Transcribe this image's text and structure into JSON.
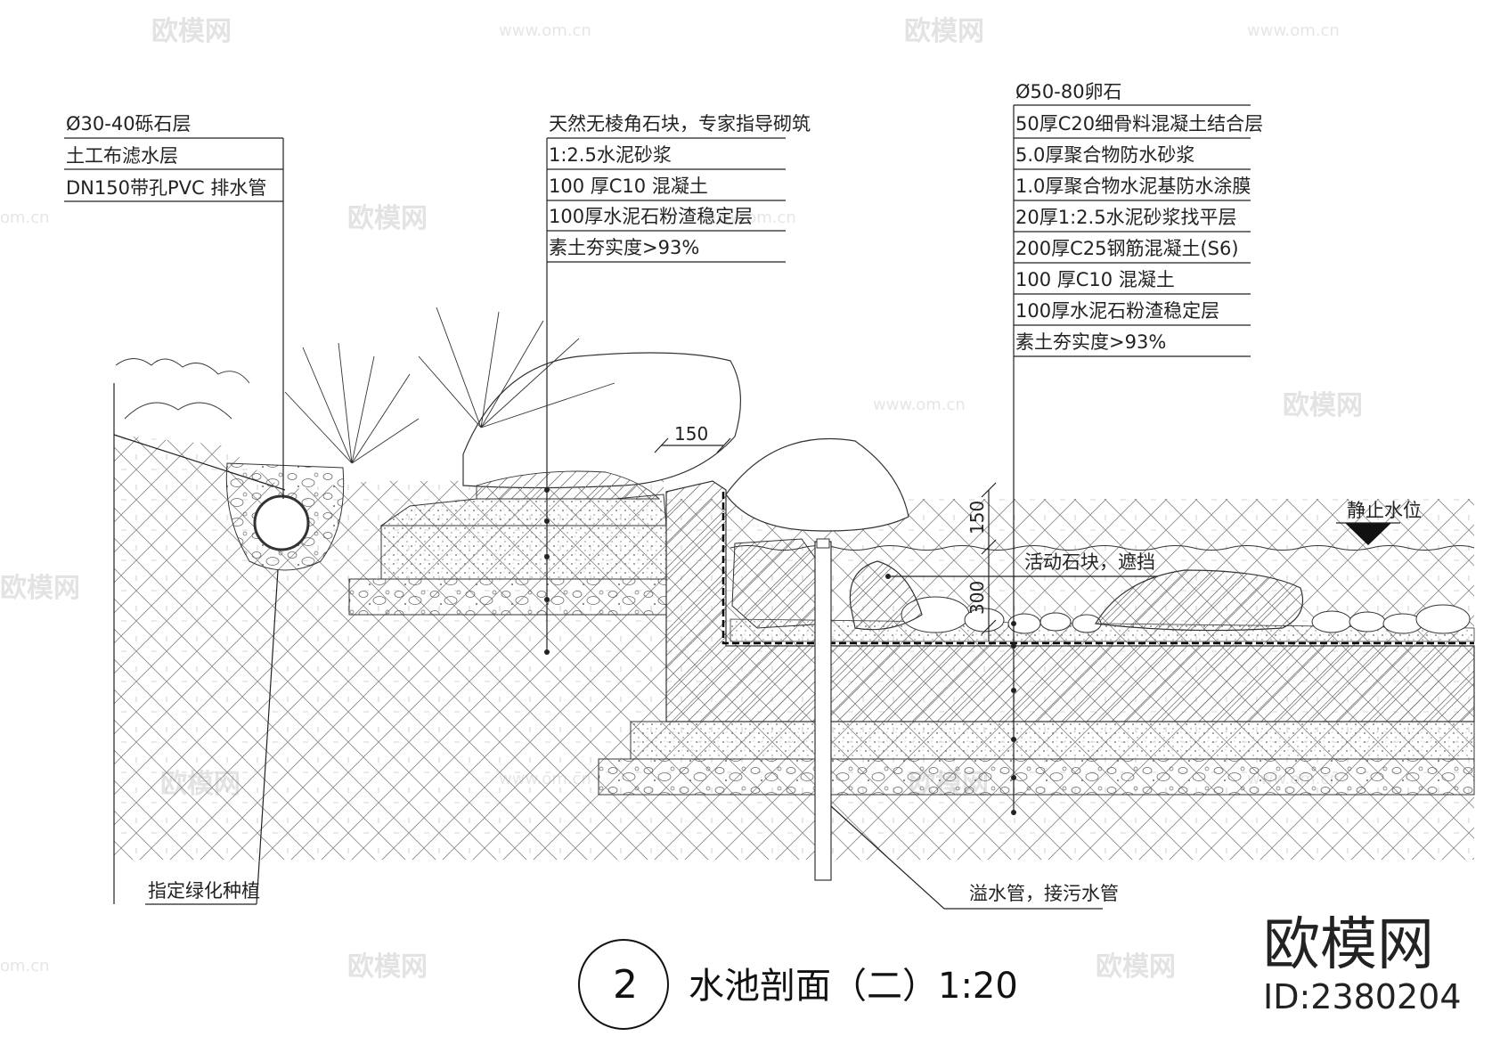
{
  "labels_left": [
    "Ø30-40砾石层",
    "土工布滤水层",
    "DN150带孔PVC 排水管"
  ],
  "labels_mid": [
    "天然无棱角石块，专家指导砌筑",
    "1:2.5水泥砂浆",
    "100 厚C10 混凝土",
    "100厚水泥石粉渣稳定层",
    "素土夯实度>93%"
  ],
  "labels_right": [
    "Ø50-80卵石",
    "50厚C20细骨料混凝土结合层",
    "5.0厚聚合物防水砂浆",
    "1.0厚聚合物水泥基防水涂膜",
    "20厚1:2.5水泥砂浆找平层",
    "200厚C25钢筋混凝土(S6)",
    "100 厚C10 混凝土",
    "100厚水泥石粉渣稳定层",
    "素土夯实度>93%"
  ],
  "annotations": {
    "planting": "指定绿化种植",
    "overflow": "溢水管，接污水管",
    "movable_stone": "活动石块，遮挡",
    "still_water": "静止水位"
  },
  "dimensions": {
    "d150_top": "150",
    "d150_side": "150",
    "d300": "300"
  },
  "title": {
    "number": "2",
    "text": "水池剖面（二）1:20"
  },
  "watermark": {
    "brand": "欧模网",
    "id": "ID:2380204",
    "logo": "欧模网",
    "url": "www.om.cn",
    "url_short": "om.cn"
  }
}
